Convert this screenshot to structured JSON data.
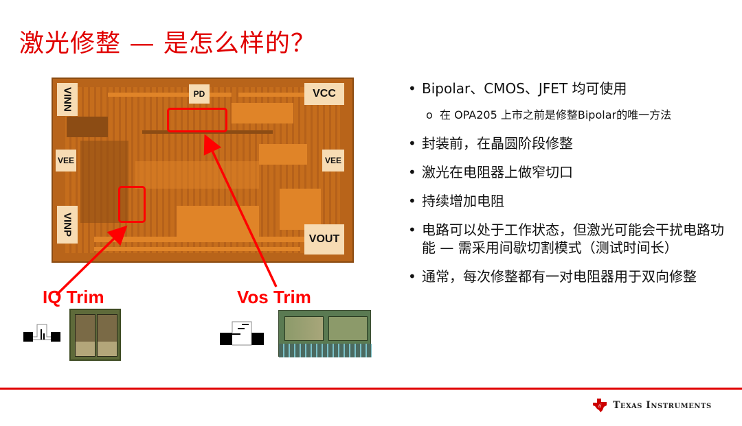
{
  "slide": {
    "title": "激光修整 — 是怎么样的？",
    "accent_color": "#e00000"
  },
  "die_photo": {
    "pads": {
      "vinn": "VINN",
      "pd": "PD",
      "vcc": "VCC",
      "vee_left": "VEE",
      "vee_right": "VEE",
      "vinp": "VINP",
      "vout": "VOUT"
    }
  },
  "trim_labels": {
    "iq": "IQ Trim",
    "vos": "Vos Trim"
  },
  "bullets": [
    {
      "text": "Bipolar、CMOS、JFET 均可使用",
      "sub": [
        "在 OPA205 上市之前是修整Bipolar的唯一方法"
      ]
    },
    {
      "text": "封装前，在晶圆阶段修整"
    },
    {
      "text": "激光在电阻器上做窄切口"
    },
    {
      "text": "持续增加电阻"
    },
    {
      "text": "电路可以处于工作状态，但激光可能会干扰电路功能 — 需采用间歇切割模式（测试时间长）"
    },
    {
      "text": "通常，每次修整都有一对电阻器用于双向修整"
    }
  ],
  "bullet_glyph": "•",
  "sub_bullet_glyph": "o",
  "footer": {
    "logo_text": "Texas Instruments"
  }
}
